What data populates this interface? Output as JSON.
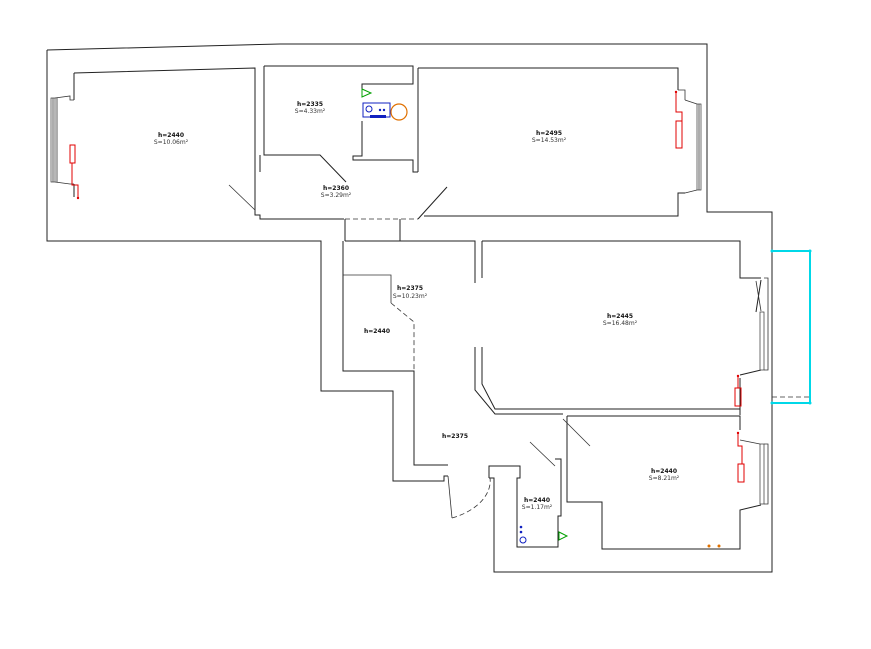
{
  "rooms": [
    {
      "key": "room_top_left",
      "h": "h=2440",
      "s": "S=10.06m²"
    },
    {
      "key": "bathroom_top",
      "h": "h=2335",
      "s": "S=4.33m²"
    },
    {
      "key": "room_top_right",
      "h": "h=2495",
      "s": "S=14.53m²"
    },
    {
      "key": "corridor_top",
      "h": "h=2360",
      "s": "S=3.29m²"
    },
    {
      "key": "hall",
      "h": "h=2375",
      "s": "S=10.23m²"
    },
    {
      "key": "closet",
      "h": "h=2440"
    },
    {
      "key": "room_mid_right",
      "h": "h=2445",
      "s": "S=16.48m²"
    },
    {
      "key": "corridor_low",
      "h": "h=2375"
    },
    {
      "key": "wc",
      "h": "h=2440",
      "s": "S=1.17m²"
    },
    {
      "key": "room_bottom_right",
      "h": "h=2440",
      "s": "S=8.21m²"
    }
  ],
  "colors": {
    "walls": "#222222",
    "radiator": "#e00000",
    "balcony": "#00d8e8",
    "fixture_blue": "#1020c0",
    "fixture_orange": "#e07000",
    "marker_green": "#00a000"
  }
}
